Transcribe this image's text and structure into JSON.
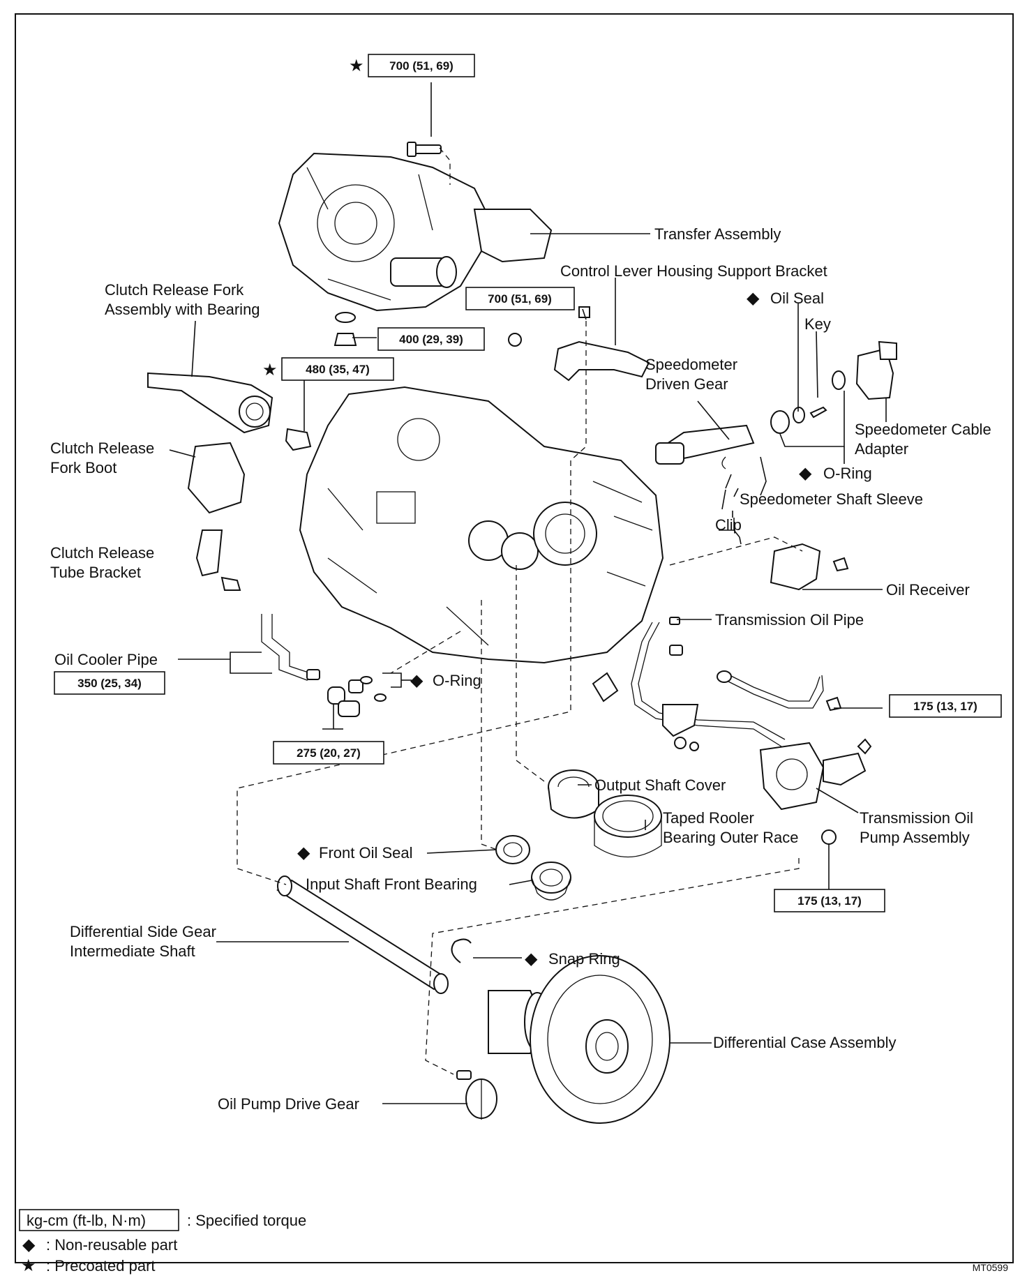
{
  "figure_code": "MT0599",
  "labels": {
    "transfer_assembly": "Transfer Assembly",
    "control_lever_bracket": "Control Lever Housing Support Bracket",
    "clutch_fork_1": "Clutch Release Fork",
    "clutch_fork_2": "Assembly with Bearing",
    "oil_seal": "Oil Seal",
    "key": "Key",
    "speedo_gear_1": "Speedometer",
    "speedo_gear_2": "Driven Gear",
    "speedo_adapter_1": "Speedometer Cable",
    "speedo_adapter_2": "Adapter",
    "clutch_boot_1": "Clutch Release",
    "clutch_boot_2": "Fork Boot",
    "o_ring_right": "O-Ring",
    "speedo_sleeve": "Speedometer Shaft Sleeve",
    "clip": "Clip",
    "tube_bracket_1": "Clutch Release",
    "tube_bracket_2": "Tube Bracket",
    "oil_receiver": "Oil Receiver",
    "trans_oil_pipe": "Transmission Oil Pipe",
    "oil_cooler_pipe": "Oil Cooler Pipe",
    "o_ring_left": "O-Ring",
    "output_cover": "Output Shaft Cover",
    "taped_1": "Taped Rooler",
    "taped_2": "Bearing Outer Race",
    "pump_1": "Transmission Oil",
    "pump_2": "Pump Assembly",
    "front_oil_seal": "Front Oil Seal",
    "input_bearing": "Input Shaft Front Bearing",
    "diff_shaft_1": "Differential Side Gear",
    "diff_shaft_2": "Intermediate Shaft",
    "snap_ring": "Snap Ring",
    "diff_case": "Differential Case Assembly",
    "pump_drive": "Oil Pump Drive Gear"
  },
  "torques": {
    "t_top": "700 (51, 69)",
    "t_mid": "700 (51, 69)",
    "t_400": "400 (29, 39)",
    "t_480": "480 (35, 47)",
    "t_350": "350 (25, 34)",
    "t_275": "275 (20, 27)",
    "t_175a": "175 (13, 17)",
    "t_175b": "175 (13, 17)"
  },
  "symbols": {
    "star": "★",
    "diamond": "◆"
  },
  "legend": {
    "torque_unit": "kg-cm (ft-lb, N·m)",
    "torque_desc": ":  Specified torque",
    "nonreusable": ":  Non-reusable part",
    "precoated": ":  Precoated part"
  }
}
